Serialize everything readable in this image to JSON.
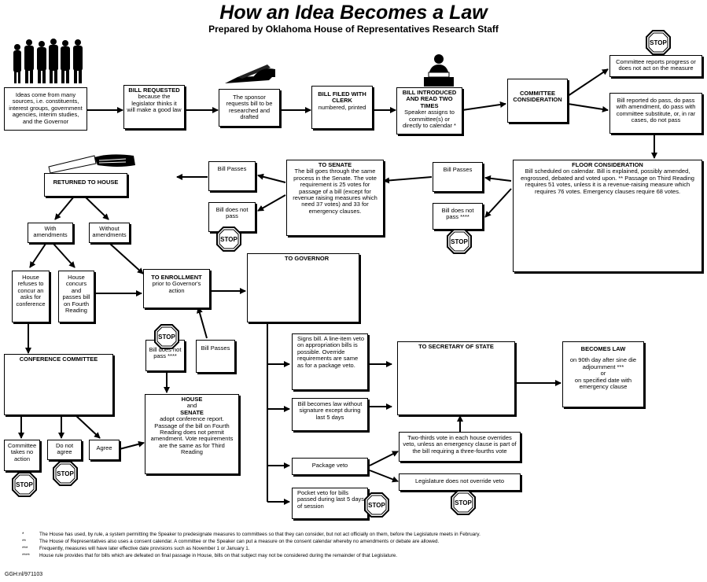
{
  "title": "How an Idea Becomes a Law",
  "subtitle": "Prepared by Oklahoma House of Representatives Research Staff",
  "boxes": {
    "ideas": "Ideas come from many sources, i.e. constituents, interest groups, government agencies, interim studies, and the Governor",
    "bill_requested_title": "BILL REQUESTED",
    "bill_requested_text": "because the legislator thinks it will make a good law",
    "sponsor": "The sponsor requests bill to be researched and drafted",
    "bill_filed_title": "BILL FILED WITH CLERK",
    "bill_filed_text": "numbered, printed",
    "introduced_title": "BILL INTRODUCED AND READ TWO TIMES",
    "introduced_text": "Speaker assigns to committee(s) or directly to calendar *",
    "committee": "COMMITTEE CONSIDERATION",
    "committee_reports": "Committee reports progress or does not act on the measure",
    "bill_reported": "Bill reported do pass, do pass with amendment, do pass with committee substitute, or, in rar cases, do not pass",
    "floor_title": "FLOOR CONSIDERATION",
    "floor_text": "Bill scheduled on calendar. Bill is explained, possibly amended, engrossed, debated and voted upon. ** Passage on Third Reading requires 51 votes, unless it is a revenue-raising measure which requires 76 votes. Emergency clauses require 68 votes.",
    "house_bill_passes": "Bill Passes",
    "house_bill_not_pass": "Bill does not pass ****",
    "senate_title": "TO SENATE",
    "senate_text": "The bill goes through the same process in the Senate. The vote requirement is 25 votes for passage of a bill (except for revenue raising measures which need 37 votes) and 33 for emergency clauses.",
    "senate_bill_passes": "Bill Passes",
    "senate_bill_not_pass": "Bill does not pass",
    "returned": "RETURNED TO HOUSE",
    "with_amendments": "With amendments",
    "without_amendments": "Without amendments",
    "house_refuses": "House refuses to concur an asks for conference",
    "house_concurs": "House concurs and passes bill on Fourth Reading",
    "enrollment_title": "TO ENROLLMENT",
    "enrollment_text": "prior to Governor's action",
    "governor": "TO GOVERNOR",
    "conference": "CONFERENCE COMMITTEE",
    "committee_no_action": "Committee takes no action",
    "do_not_agree": "Do not agree",
    "agree": "Agree",
    "conf_bill_not_pass": "Bill does not pass ****",
    "conf_bill_passes": "Bill Passes",
    "house_senate_title1": "HOUSE",
    "house_senate_and": "and",
    "house_senate_title2": "SENATE",
    "house_senate_text": "adopt conference report. Passage of the bill on Fourth Reading does not permit amendment. Vote requirements are the same as for Third Reading",
    "signs_bill": "Signs bill. A line-item veto on appropriation bills is possible. Override requirements are same as for a package veto.",
    "becomes_without_sig": "Bill becomes law without signature except during last 5 days",
    "package_veto": "Package veto",
    "pocket_veto": "Pocket veto for bills passed during last 5 days of session",
    "secretary": "TO SECRETARY OF STATE",
    "two_thirds": "Two-thirds vote in each house overrides veto, unless an emergency clause is part of the bill requiring a three-fourths vote",
    "not_override": "Legislature does not override veto",
    "becomes_law_title": "BECOMES LAW",
    "becomes_law_text1": "on 90th day after sine die adjournment ***",
    "becomes_law_or": "or",
    "becomes_law_text2": "on specified date with emergency clause"
  },
  "stop_label": "STOP",
  "notes": [
    {
      "mark": "*",
      "text": "The House has used, by rule, a system permitting the Speaker to predesignate measures to committees so that they can consider, but not act officially on them, before the Legislature meets in February."
    },
    {
      "mark": "**",
      "text": "The House of Representatives also uses a consent calendar. A committee or the Speaker can put a measure on the consent calendar whereby no amendments or debate are allowed."
    },
    {
      "mark": "***",
      "text": "Frequently, measures will have later effective date provisions such as November 1 or January 1."
    },
    {
      "mark": "****",
      "text": "House rule provides that for bills which are defeated on final passage in House, bills on that subject may not be considered during the remainder of that Legislature."
    }
  ],
  "ref": "GGH:nl/971103",
  "icons": [
    "crowd-icon",
    "pen-hand-icon",
    "reader-icon",
    "hand-document-icon",
    "debate-icon",
    "governor-icon",
    "conference-table-icon",
    "secretary-icon",
    "stop-sign-icon"
  ]
}
